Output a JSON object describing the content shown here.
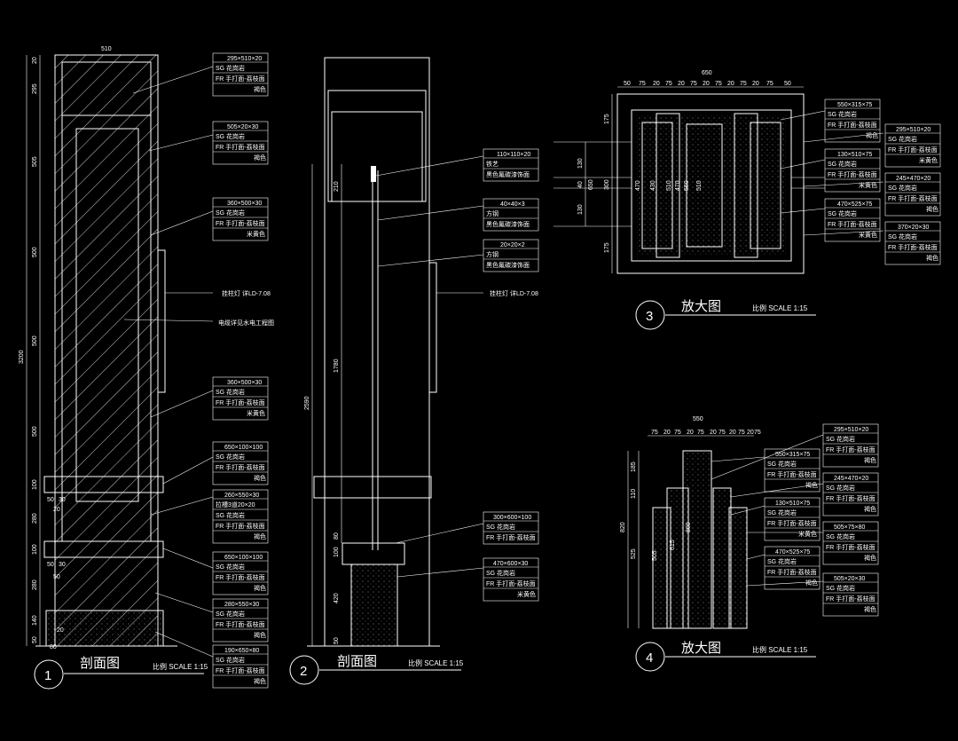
{
  "drawing1": {
    "top_width": "510",
    "height_total": "3200",
    "vert_dims": [
      "20",
      "295",
      "505",
      "500",
      "500",
      "500",
      "100",
      "280",
      "100",
      "280",
      "140",
      "50"
    ],
    "bottom_dims": [
      "50",
      "30",
      "50",
      "30",
      "20",
      "50",
      "20",
      "80"
    ],
    "callouts": [
      {
        "size": "295×510×20",
        "lines": [
          "SG 花岗岩",
          "FR 手打面-荔枝面",
          "褐色"
        ]
      },
      {
        "size": "505×20×30",
        "lines": [
          "SG 花岗岩",
          "FR 手打面-荔枝面",
          "褐色"
        ]
      },
      {
        "size": "360×500×30",
        "lines": [
          "SG 花岗岩",
          "FR 手打面-荔枝面",
          "米黄色"
        ]
      },
      {
        "size": "360×500×30",
        "lines": [
          "SG 花岗岩",
          "FR 手打面-荔枝面",
          "米黄色"
        ]
      },
      {
        "size": "650×100×100",
        "lines": [
          "SG 花岗岩",
          "FR 手打面-荔枝面",
          "褐色"
        ]
      },
      {
        "size": "260×550×30",
        "lines": [
          "拉槽3道20×20",
          "SG 花岗岩",
          "FR 手打面-荔枝面",
          "褐色"
        ]
      },
      {
        "size": "650×100×100",
        "lines": [
          "SG 花岗岩",
          "FR 手打面-荔枝面",
          "褐色"
        ]
      },
      {
        "size": "280×550×30",
        "lines": [
          "SG 花岗岩",
          "FR 手打面-荔枝面",
          "褐色"
        ]
      },
      {
        "size": "190×650×80",
        "lines": [
          "SG 花岗岩",
          "FR 手打面-荔枝面",
          "褐色"
        ]
      }
    ],
    "note_lamp": "挂柱灯 详LD-7.08",
    "note_cable": "电缆详见水电工程图",
    "number": "1",
    "title": "剖面图",
    "scale": "比例 SCALE 1:15"
  },
  "drawing2": {
    "vert_dims": [
      "210",
      "1780",
      "2590",
      "80",
      "100",
      "420",
      "50"
    ],
    "callouts": [
      {
        "size": "110×110×20",
        "lines": [
          "铁艺",
          "黑色氟碳漆饰面"
        ]
      },
      {
        "size": "40×40×3",
        "lines": [
          "方钢",
          "黑色氟碳漆饰面"
        ]
      },
      {
        "size": "20×20×2",
        "lines": [
          "方钢",
          "黑色氟碳漆饰面"
        ]
      },
      {
        "size": "300×600×100",
        "lines": [
          "SG 花岗岩",
          "FR 手打面-荔枝面"
        ]
      },
      {
        "size": "470×600×30",
        "lines": [
          "SG 花岗岩",
          "FR 手打面-荔枝面",
          "米黄色"
        ]
      }
    ],
    "note_lamp": "挂柱灯 详LD-7.08",
    "number": "2",
    "title": "剖面图",
    "scale": "比例 SCALE 1:15"
  },
  "drawing3": {
    "top_width": "650",
    "top_dims": [
      "50",
      "75",
      "20",
      "75",
      "20",
      "75",
      "20",
      "75",
      "20",
      "75",
      "20",
      "75",
      "50"
    ],
    "left_dims": [
      "175",
      "130",
      "40",
      "650",
      "300",
      "130",
      "175"
    ],
    "inner_dims": [
      "470",
      "430",
      "510",
      "470",
      "550",
      "510"
    ],
    "callouts_mid": [
      {
        "size": "550×315×75",
        "lines": [
          "SG 花岗岩",
          "FR 手打面-荔枝面",
          "褐色"
        ]
      },
      {
        "size": "130×510×75",
        "lines": [
          "SG 花岗岩",
          "FR 手打面-荔枝面",
          "米黄色"
        ]
      },
      {
        "size": "470×525×75",
        "lines": [
          "SG 花岗岩",
          "FR 手打面-荔枝面",
          "米黄色"
        ]
      }
    ],
    "callouts_right": [
      {
        "size": "295×510×20",
        "lines": [
          "SG 花岗岩",
          "FR 手打面-荔枝面",
          "米黄色"
        ]
      },
      {
        "size": "245×470×20",
        "lines": [
          "SG 花岗岩",
          "FR 手打面-荔枝面",
          "褐色"
        ]
      },
      {
        "size": "370×20×30",
        "lines": [
          "SG 花岗岩",
          "FR 手打面-荔枝面",
          "褐色"
        ]
      }
    ],
    "number": "3",
    "title": "放大图",
    "scale": "比例 SCALE 1:15"
  },
  "drawing4": {
    "top_width": "550",
    "top_dims": [
      "75",
      "20",
      "75",
      "20",
      "75",
      "20",
      "75",
      "20",
      "75",
      "20",
      "75"
    ],
    "left_dims": [
      "185",
      "110",
      "820",
      "525",
      "505",
      "615",
      "800"
    ],
    "callouts_mid": [
      {
        "size": "550×315×75",
        "lines": [
          "SG 花岗岩",
          "FR 手打面-荔枝面",
          "褐色"
        ]
      },
      {
        "size": "130×510×75",
        "lines": [
          "SG 花岗岩",
          "FR 手打面-荔枝面",
          "米黄色"
        ]
      },
      {
        "size": "470×525×75",
        "lines": [
          "SG 花岗岩",
          "FR 手打面-荔枝面",
          "褐色"
        ]
      }
    ],
    "callouts_right": [
      {
        "size": "295×510×20",
        "lines": [
          "SG 花岗岩",
          "FR 手打面-荔枝面",
          "褐色"
        ]
      },
      {
        "size": "245×470×20",
        "lines": [
          "SG 花岗岩",
          "FR 手打面-荔枝面",
          "褐色"
        ]
      },
      {
        "size": "505×75×80",
        "lines": [
          "SG 花岗岩",
          "FR 手打面-荔枝面",
          "褐色"
        ]
      },
      {
        "size": "505×20×30",
        "lines": [
          "SG 花岗岩",
          "FR 手打面-荔枝面",
          "褐色"
        ]
      }
    ],
    "number": "4",
    "title": "放大图",
    "scale": "比例 SCALE 1:15"
  }
}
